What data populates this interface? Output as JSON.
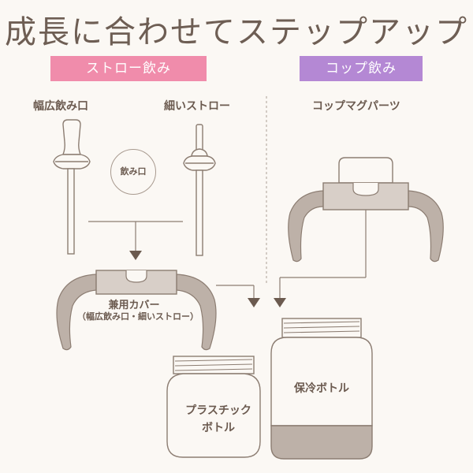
{
  "title": "成長に合わせてステップアップ",
  "tabs": {
    "straw": "ストロー飲み",
    "cup": "コップ飲み"
  },
  "parts": {
    "wide_mouth": "幅広飲み口",
    "thin_straw": "細いストロー",
    "mouth_circle": "飲み口",
    "cup_mug_parts": "コップマグパーツ",
    "shared_cover": "兼用カバー",
    "shared_cover_note": "（幅広飲み口・細いストロー）"
  },
  "bottles": {
    "plastic_line1": "プラスチック",
    "plastic_line2": "ボトル",
    "steel": "保冷ボトル"
  },
  "colors": {
    "straw_tab": "#f08cab",
    "cup_tab": "#b488d4",
    "handle": "#bdb1a8",
    "outline": "#8c7d72"
  }
}
